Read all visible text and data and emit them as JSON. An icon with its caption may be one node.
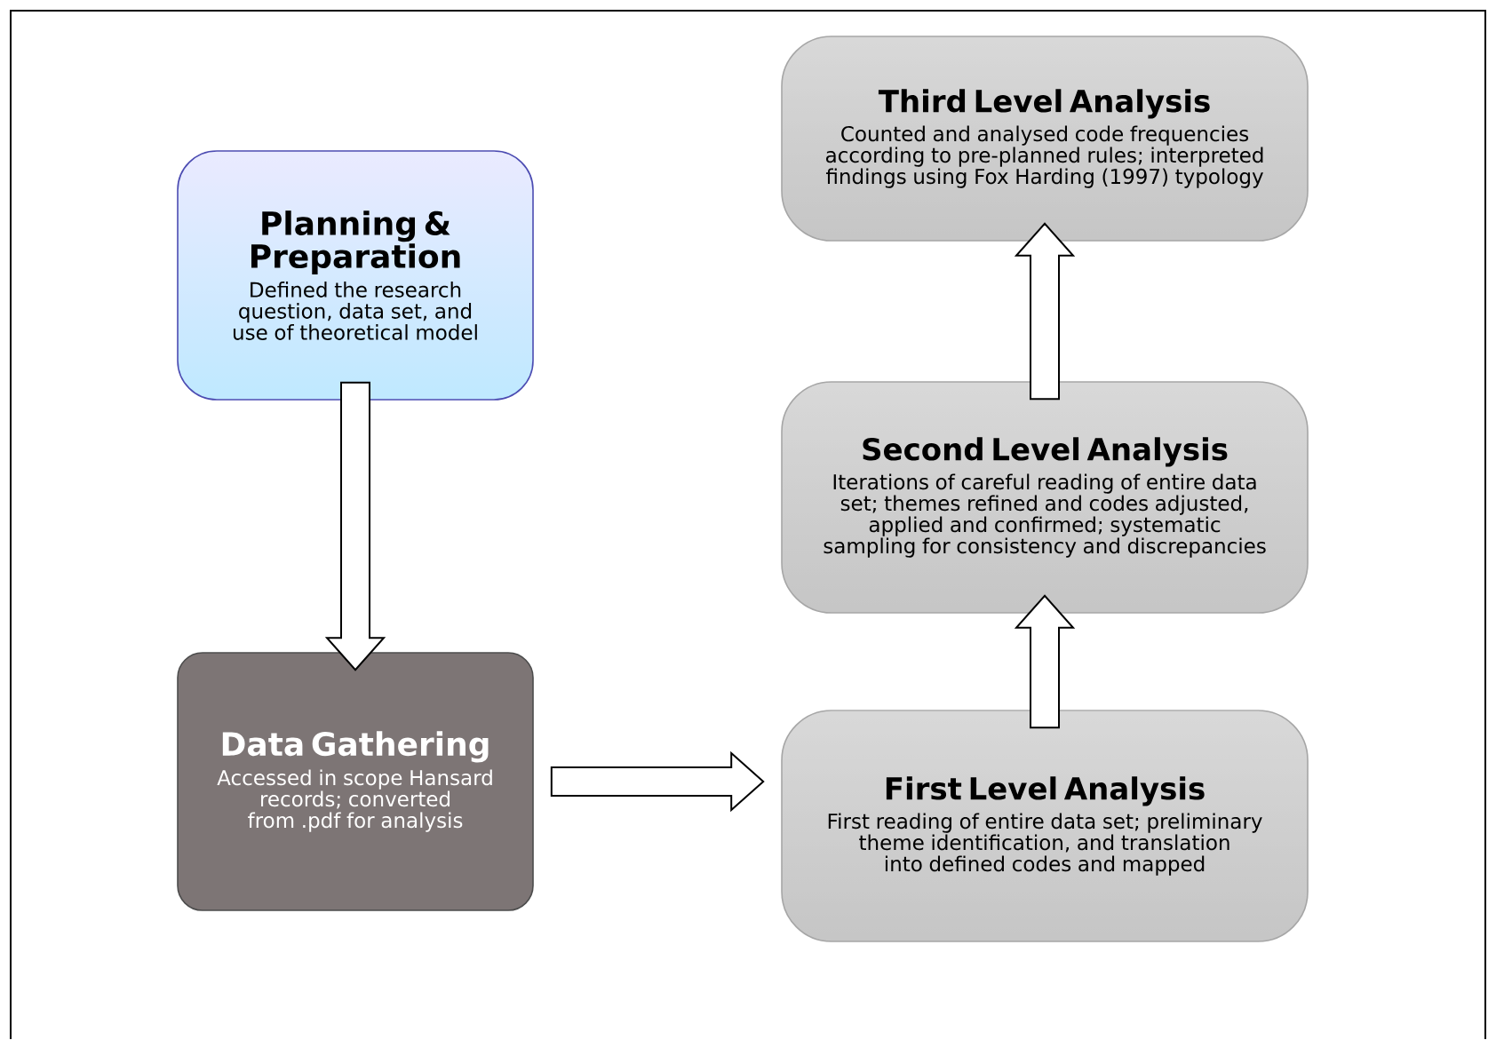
{
  "diagram": {
    "nodes": [
      {
        "text": [
          "Planning & Preparation",
          "Defined the research question, data set, and use of theoretical model"
        ]
      },
      {
        "text": [
          "Data Gathering",
          "Accessed in scope Hansard records; converted from .pdf for analysis"
        ]
      },
      {
        "text": [
          "Third Level Analysis",
          "Counted and analysed code frequencies according to pre-planned rules; interpreted findings using Fox Harding (1997) typology"
        ]
      },
      {
        "text": [
          "Second Level Analysis",
          "Iterations of careful reading of entire data set; themes refined and codes adjusted, applied and confirmed; systematic sampling for consistency and discrepancies"
        ]
      },
      {
        "text": [
          "First Level Analysis",
          "First reading of entire data set; preliminary theme identification, and translation into defined codes and mapped"
        ]
      }
    ],
    "edges": [
      {
        "from": 0,
        "to": 1,
        "arrow": "to"
      },
      {
        "from": 1,
        "to": 4,
        "arrow": "to"
      },
      {
        "from": 4,
        "to": 3,
        "arrow": "to"
      },
      {
        "from": 3,
        "to": 2,
        "arrow": "to"
      }
    ]
  }
}
